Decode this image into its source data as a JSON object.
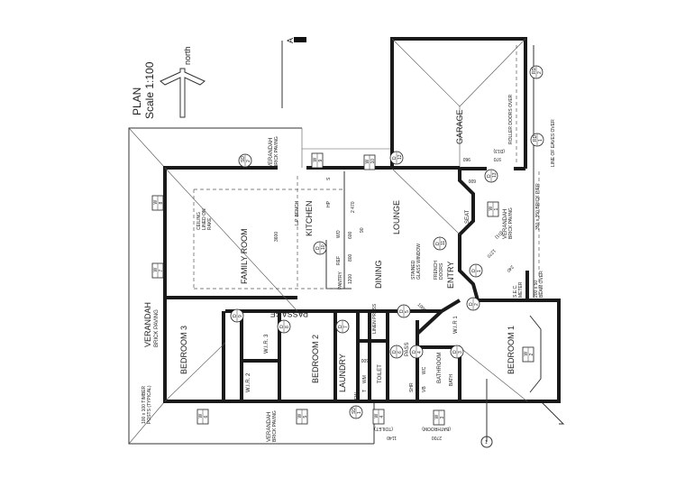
{
  "title": {
    "plan": "PLAN",
    "scale": "Scale 1:100",
    "north": "north",
    "section": "A"
  },
  "rooms": {
    "garage": "GARAGE",
    "lounge": "LOUNGE",
    "dining": "DINING",
    "family_room": "FAMILY ROOM",
    "kitchen": "KITCHEN",
    "entry": "ENTRY",
    "passage": "PASSAGE",
    "bedroom1": "BEDROOM 1",
    "bedroom2": "BEDROOM 2",
    "bedroom3": "BEDROOM 3",
    "wir1": "W.I.R 1",
    "wir2": "W.I.R. 2",
    "wir3": "W.I.R. 3",
    "laundry": "LAUNDRY",
    "toilet": "TOILET",
    "bathroom": "BATHROOM",
    "pantry": "PANTRY",
    "linen_press": "LINEN PRESS",
    "pass": "PASS",
    "seat": "SEAT"
  },
  "notes": {
    "verandah": "VERANDAH",
    "brick_paving": "BRICK PAVING",
    "roller_doors": "ROLLER DOORS OVER",
    "eaves": "LINE OF EAVES OVER",
    "brick_pier": "350 x 350 BRICK PIER",
    "sec_meter_1": "S.E.C.",
    "sec_meter_2": "METER",
    "beam_1": "200 x 50",
    "beam_2": "BEAM OVER",
    "ceiling_1": "CEILING",
    "ceiling_2": "LINED ON",
    "ceiling_3": "RAKE",
    "lp_bench": "L.P. BENCH",
    "stained_1": "STAINED",
    "stained_2": "GLASS WINDOW",
    "french_1": "FRENCH",
    "french_2": "DOORS",
    "posts_1": "100 x 100 TIMBER",
    "posts_2": "POSTS (TYPICAL)",
    "hp": "HP",
    "wo": "WO",
    "ref": "REF",
    "s": "S",
    "shr": "SHR",
    "wc": "WC",
    "vb": "VB",
    "bath": "BATH",
    "wm": "WM",
    "t": "T",
    "fw": "FW"
  },
  "dimensions": {
    "d3600": "3600",
    "d2470": "2 470",
    "d600a": "600",
    "d800": "800",
    "d1200": "1200",
    "d90": "90",
    "d960": "960",
    "d970": "970",
    "d13": "(D13)",
    "d600b": "600",
    "d1270": "1270",
    "d1": "(D1)",
    "d240": "240",
    "d1000": "1000",
    "d600c": "600",
    "toilet": "(TOILET)",
    "d1140": "1140",
    "bathroom": "(BATHROOM)",
    "d2700": "2700",
    "section": "1"
  },
  "windows": [
    "1",
    "2",
    "3",
    "4",
    "5",
    "6",
    "7",
    "8",
    "9",
    "10"
  ],
  "window_prefix": "W",
  "doors": {
    "prefix": "D",
    "list": [
      "1",
      "2",
      "3",
      "4",
      "5",
      "6",
      "7",
      "8",
      "9",
      "10",
      "11",
      "12",
      "13"
    ]
  },
  "sliding_doors": {
    "prefix": "SD",
    "list": [
      "1",
      "2"
    ]
  },
  "roller_doors": {
    "prefix": "RD",
    "list": [
      "1",
      "2"
    ]
  }
}
